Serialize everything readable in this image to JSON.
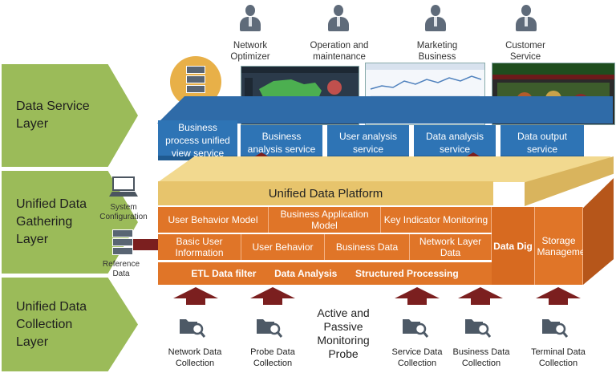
{
  "layers": {
    "service": "Data Service Layer",
    "gathering": "Unified Data Gathering Layer",
    "collection": "Unified Data Collection Layer"
  },
  "roles": [
    "Network Optimizer",
    "Operation and maintenance",
    "Marketing Business",
    "Customer Service"
  ],
  "services": [
    "Business process unified view service",
    "Business analysis service",
    "User analysis service",
    "Data analysis service",
    "Data output service"
  ],
  "platform": {
    "title": "Unified Data Platform"
  },
  "models": {
    "user_behavior_model": "User Behavior Model",
    "business_application_model": "Business Application Model",
    "key_indicator_monitoring": "Key Indicator Monitoring"
  },
  "data_row": {
    "basic_user_information": "Basic User Information",
    "user_behavior": "User Behavior",
    "business_data": "Business Data",
    "network_layer_data": "Network Layer Data"
  },
  "processing": {
    "etl": "ETL Data filter",
    "analysis": "Data Analysis",
    "structured": "Structured Processing"
  },
  "side_blocks": {
    "data_dig": "Data Dig",
    "storage": "Storage Management"
  },
  "side_items": {
    "system_configuration": "System Configuration",
    "reference_data": "Reference Data"
  },
  "probe": "Active and Passive Monitoring Probe",
  "collection_items": [
    "Network Data Collection",
    "Probe Data Collection",
    "Service Data Collection",
    "Business Data Collection",
    "Terminal Data Collection"
  ],
  "colors": {
    "layer_green": "#9bbb59",
    "service_blue": "#2e74b5",
    "platform_gold": "#e7c46c",
    "processing_orange": "#e07528",
    "arrow_maroon": "#7b1f1f"
  }
}
